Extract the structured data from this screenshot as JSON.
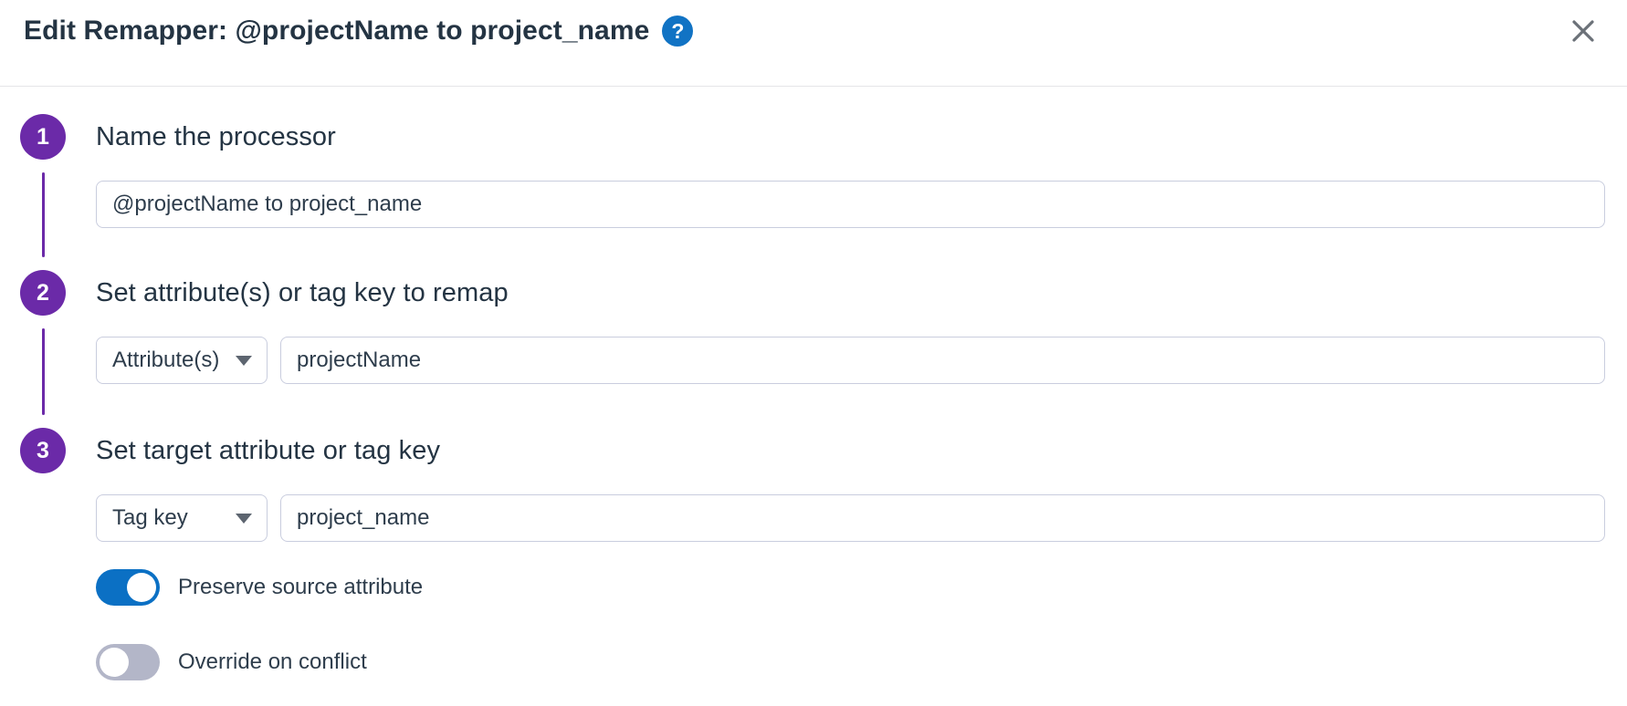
{
  "header": {
    "title": "Edit Remapper: @projectName to project_name",
    "help_glyph": "?"
  },
  "steps": [
    {
      "number": "1",
      "heading": "Name the processor",
      "input": {
        "value": "@projectName to project_name"
      }
    },
    {
      "number": "2",
      "heading": "Set attribute(s) or tag key to remap",
      "dropdown": {
        "selected": "Attribute(s)"
      },
      "input": {
        "value": "projectName"
      }
    },
    {
      "number": "3",
      "heading": "Set target attribute or tag key",
      "dropdown": {
        "selected": "Tag key"
      },
      "input": {
        "value": "project_name"
      }
    }
  ],
  "toggles": [
    {
      "label": "Preserve source attribute",
      "state": "on"
    },
    {
      "label": "Override on conflict",
      "state": "off"
    }
  ],
  "colors": {
    "accent_purple": "#6B2AA8",
    "info_blue": "#1173C4",
    "toggle_on": "#0B70C4",
    "toggle_off": "#B3B6C8",
    "heading_text": "#243443",
    "body_text": "#2E3D4C",
    "input_border": "#C9CDDE",
    "divider": "#E5E5E7",
    "icon_gray": "#6B7178",
    "caret_gray": "#5D6570"
  }
}
